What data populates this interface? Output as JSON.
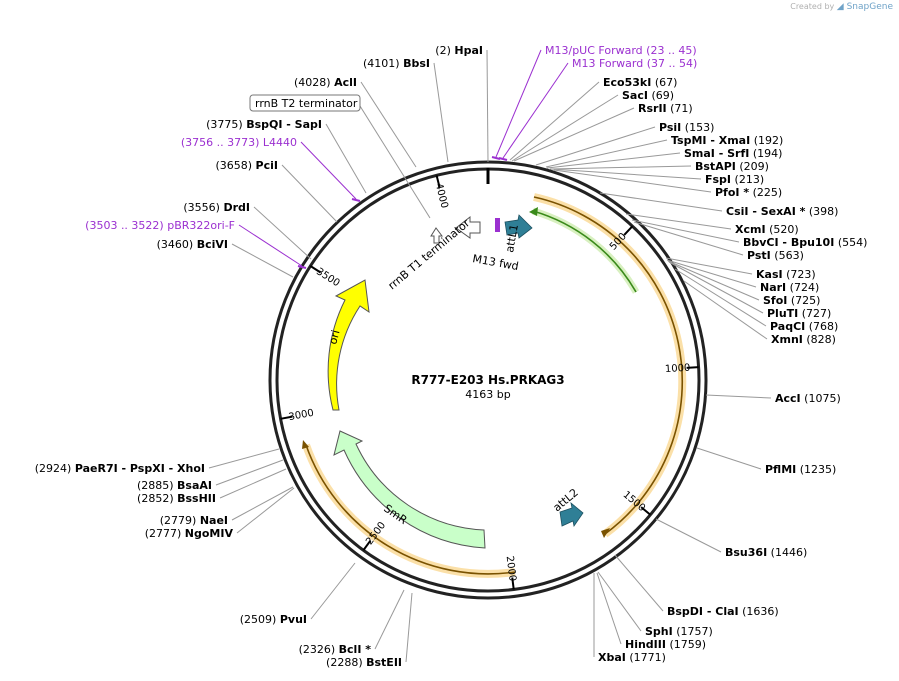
{
  "credit": {
    "prefix": "Created by",
    "brand": "SnapGene"
  },
  "plasmid": {
    "name": "R777-E203 Hs.PRKAG3",
    "size": "4163 bp"
  },
  "colors": {
    "purple": "#9b30d0",
    "feature_teal": "#2f7f96",
    "ori_yellow": "#ffff00",
    "smr_green": "#c9ffc9",
    "orf_orange": "#f5a623",
    "arrow_green": "#3a8a1a"
  },
  "ticks": [
    "500",
    "1000",
    "1500",
    "2000",
    "2500",
    "3000",
    "3500",
    "4000"
  ],
  "features": {
    "ori": "ori",
    "smr": "SmR",
    "attl1": "attL1",
    "attl2": "attL2",
    "m13fwd": "M13 fwd",
    "rrnb_t1": "rrnB T1 terminator",
    "rrnb_t2": "rrnB T2 terminator"
  },
  "right_labels": [
    {
      "name": "M13/pUC Forward",
      "pos": "(23 .. 45)",
      "purple": true
    },
    {
      "name": "M13 Forward",
      "pos": "(37 .. 54)",
      "purple": true
    },
    {
      "name": "Eco53kI",
      "pos": "(67)"
    },
    {
      "name": "SacI",
      "pos": "(69)"
    },
    {
      "name": "RsrII",
      "pos": "(71)"
    },
    {
      "name": "PsiI",
      "pos": "(153)"
    },
    {
      "name": "TspMI  -  XmaI",
      "pos": "(192)"
    },
    {
      "name": "SmaI  -  SrfI",
      "pos": "(194)"
    },
    {
      "name": "BstAPI",
      "pos": "(209)"
    },
    {
      "name": "FspI",
      "pos": "(213)"
    },
    {
      "name": "PfoI *",
      "pos": "(225)"
    },
    {
      "name": "CsiI  -  SexAI *",
      "pos": "(398)"
    },
    {
      "name": "XcmI",
      "pos": "(520)"
    },
    {
      "name": "BbvCI  -  Bpu10I",
      "pos": "(554)"
    },
    {
      "name": "PstI",
      "pos": "(563)"
    },
    {
      "name": "KasI",
      "pos": "(723)"
    },
    {
      "name": "NarI",
      "pos": "(724)"
    },
    {
      "name": "SfoI",
      "pos": "(725)"
    },
    {
      "name": "PluTI",
      "pos": "(727)"
    },
    {
      "name": "PaqCI",
      "pos": "(768)"
    },
    {
      "name": "XmnI",
      "pos": "(828)"
    },
    {
      "name": "AccI",
      "pos": "(1075)"
    },
    {
      "name": "PflMI",
      "pos": "(1235)"
    },
    {
      "name": "Bsu36I",
      "pos": "(1446)"
    },
    {
      "name": "BspDI  -  ClaI",
      "pos": "(1636)"
    },
    {
      "name": "SphI",
      "pos": "(1757)"
    },
    {
      "name": "HindIII",
      "pos": "(1759)"
    },
    {
      "name": "XbaI",
      "pos": "(1771)"
    }
  ],
  "left_labels": [
    {
      "name": "HpaI",
      "pos": "(2)"
    },
    {
      "name": "BbsI",
      "pos": "(4101)"
    },
    {
      "name": "AclI",
      "pos": "(4028)"
    },
    {
      "name": "BspQI  -  SapI",
      "pos": "(3775)"
    },
    {
      "name": "L4440",
      "pos": "(3756 .. 3773)",
      "purple": true
    },
    {
      "name": "PciI",
      "pos": "(3658)"
    },
    {
      "name": "DrdI",
      "pos": "(3556)"
    },
    {
      "name": "pBR322ori-F",
      "pos": "(3503 .. 3522)",
      "purple": true
    },
    {
      "name": "BciVI",
      "pos": "(3460)"
    },
    {
      "name": "PaeR7I  -  PspXI  -  XhoI",
      "pos": "(2924)"
    },
    {
      "name": "BsaAI",
      "pos": "(2885)"
    },
    {
      "name": "BssHII",
      "pos": "(2852)"
    },
    {
      "name": "NaeI",
      "pos": "(2779)"
    },
    {
      "name": "NgoMIV",
      "pos": "(2777)"
    },
    {
      "name": "PvuI",
      "pos": "(2509)"
    },
    {
      "name": "BclI *",
      "pos": "(2326)"
    },
    {
      "name": "BstEII",
      "pos": "(2288)"
    }
  ]
}
